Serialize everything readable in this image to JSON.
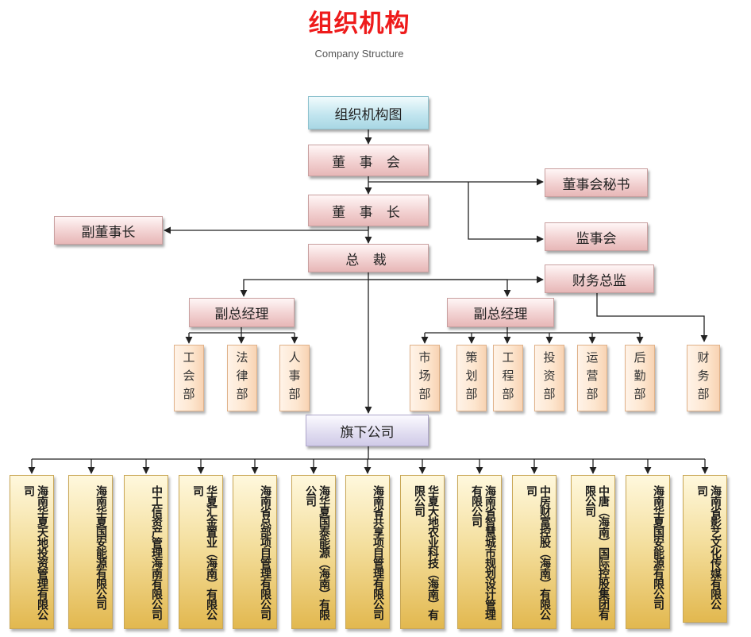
{
  "header": {
    "title": "组织机构",
    "subtitle": "Company Structure"
  },
  "colors": {
    "title": "#ee1b1b",
    "main_box": "#f2d1d1",
    "top_box": "#bfe4ee",
    "subsidiary_box": "#e0dcf0",
    "department_box": "#fde6cf",
    "company_box": "#f4df9e",
    "connector": "#222222"
  },
  "nodes": {
    "chart_root": "组织机构图",
    "board": "董 事 会",
    "board_secretary": "董事会秘书",
    "chairman": "董 事 长",
    "vice_chairman": "副董事长",
    "supervisory_board": "监事会",
    "president": "总 裁",
    "finance_director": "财务总监",
    "vp_left": "副总经理",
    "vp_right": "副总经理",
    "subsidiaries": "旗下公司"
  },
  "departments": [
    "工会部",
    "法律部",
    "人事部",
    "市场部",
    "策划部",
    "工程部",
    "投资部",
    "运营部",
    "后勤部",
    "财务部"
  ],
  "companies": [
    "海南华夏天地投资管理有限公司",
    "海南华夏国安能源有限公司",
    "中工信资产管理海南有限公司",
    "华夏汇金置业（海南）有限公司",
    "海南省总部项目管理有限公司",
    "海华夏国泰能源（海南）有限公司",
    "海南省共享项目管理有限公司",
    "华夏大地农业科技（海南）有限公司",
    "海南省智慧城市规划设计管理有限公司",
    "中房财富控股（海南）有限公司",
    "中唐（海南）国际控股集团有限公司",
    "海南华夏国安能源有限公司",
    "海南省影艺文化传媒有限公司"
  ]
}
